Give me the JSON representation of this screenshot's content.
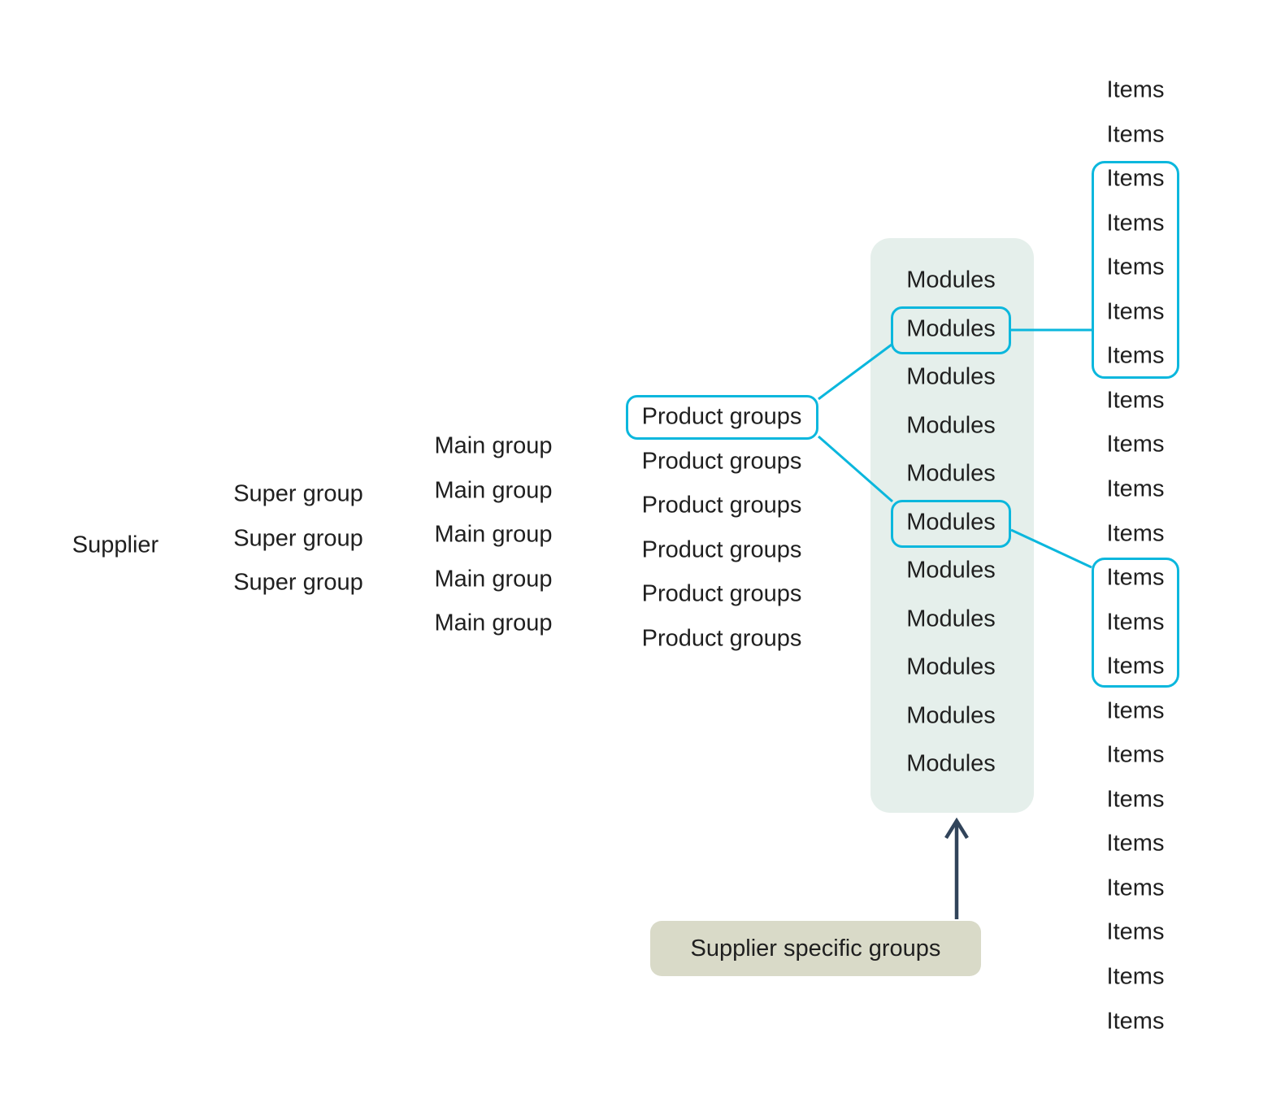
{
  "diagram": {
    "columns": {
      "supplier": {
        "labels": [
          "Supplier"
        ]
      },
      "super_group": {
        "labels": [
          "Super group",
          "Super group",
          "Super group"
        ]
      },
      "main_group": {
        "labels": [
          "Main group",
          "Main group",
          "Main group",
          "Main group",
          "Main group"
        ]
      },
      "product_groups": {
        "labels": [
          "Product groups",
          "Product groups",
          "Product groups",
          "Product groups",
          "Product groups",
          "Product groups"
        ],
        "highlighted_indices": [
          0
        ]
      },
      "modules": {
        "labels": [
          "Modules",
          "Modules",
          "Modules",
          "Modules",
          "Modules",
          "Modules",
          "Modules",
          "Modules",
          "Modules",
          "Modules",
          "Modules"
        ],
        "highlighted_indices": [
          1,
          5
        ]
      },
      "items": {
        "labels": [
          "Items",
          "Items",
          "Items",
          "Items",
          "Items",
          "Items",
          "Items",
          "Items",
          "Items",
          "Items",
          "Items",
          "Items",
          "Items",
          "Items",
          "Items",
          "Items",
          "Items",
          "Items",
          "Items",
          "Items",
          "Items",
          "Items"
        ],
        "grouped_ranges": [
          {
            "from": 2,
            "to": 6
          },
          {
            "from": 11,
            "to": 13
          }
        ]
      }
    },
    "annotation": {
      "label": "Supplier specific groups"
    },
    "colors": {
      "accent": "#0bb7dd",
      "panel_fill": "#e5efeb",
      "annotation_fill": "#d9dac8",
      "arrow": "#31445a",
      "text": "#1f1f1f",
      "background": "#ffffff"
    }
  }
}
